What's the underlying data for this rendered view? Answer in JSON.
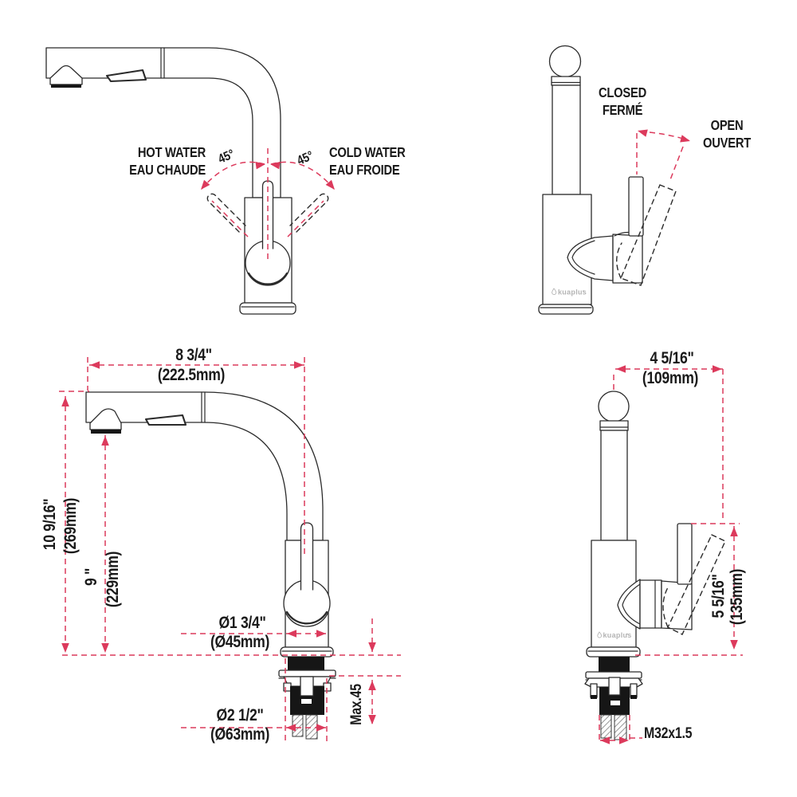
{
  "colors": {
    "accent_pink": "#dc3a5c",
    "line_black": "#2b2b2b",
    "hardware_black": "#161616",
    "logo_gray": "#b4b4b4"
  },
  "brand": {
    "logo_text": "kuaplus"
  },
  "views": {
    "top_left": {
      "hot_water_line1": "HOT WATER",
      "hot_water_line2": "EAU CHAUDE",
      "cold_water_line1": "COLD WATER",
      "cold_water_line2": "EAU FROIDE",
      "angle_left": "45°",
      "angle_right": "45°"
    },
    "top_right": {
      "closed_line1": "CLOSED",
      "closed_line2": "FERMÉ",
      "open_line1": "OPEN",
      "open_line2": "OUVERT"
    },
    "bottom_left": {
      "spout_reach_in": "8 3/4\"",
      "spout_reach_mm": "(222.5mm)",
      "total_height_in": "10 9/16\"",
      "total_height_mm": "(269mm)",
      "spout_height_in": "9 \"",
      "spout_height_mm": "(229mm)",
      "body_diameter_in": "Ø1 3/4\"",
      "body_diameter_mm": "(Ø45mm)",
      "base_diameter_in": "Ø2 1/2\"",
      "base_diameter_mm": "(Ø63mm)",
      "max_deck_thickness": "Max.45"
    },
    "bottom_right": {
      "depth_in": "4  5/16\"",
      "depth_mm": "(109mm)",
      "handle_height_in": "5 5/16\"",
      "handle_height_mm": "(135mm)",
      "shank_thread": "M32x1.5"
    }
  }
}
